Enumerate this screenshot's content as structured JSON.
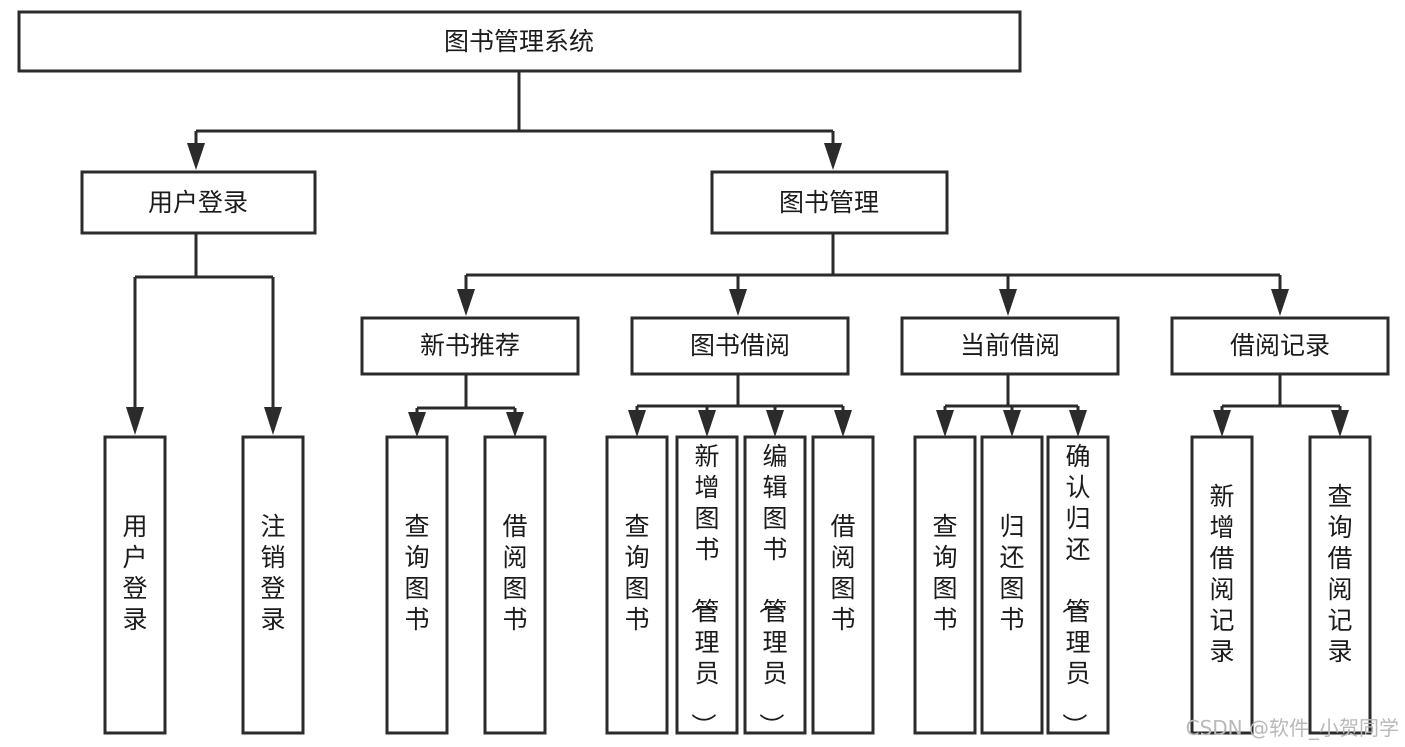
{
  "diagram": {
    "title": "图书管理系统",
    "type": "tree-hierarchy",
    "orientation": "top-down",
    "colors": {
      "box_fill": "#ffffff",
      "box_stroke": "#2b2b2b",
      "connector": "#2b2b2b",
      "text": "#1b1b1b",
      "background": "#ffffff",
      "watermark": "#b9b9b9"
    },
    "root": {
      "label": "图书管理系统"
    },
    "level2": [
      {
        "label": "用户登录"
      },
      {
        "label": "图书管理"
      }
    ],
    "level3": [
      {
        "label": "新书推荐"
      },
      {
        "label": "图书借阅"
      },
      {
        "label": "当前借阅"
      },
      {
        "label": "借阅记录"
      }
    ],
    "leaves": {
      "user_login": [
        {
          "label": "用户登录"
        },
        {
          "label": "注销登录"
        }
      ],
      "new_book_recommend": [
        {
          "label": "查询图书"
        },
        {
          "label": "借阅图书"
        }
      ],
      "book_borrow": [
        {
          "label": "查询图书"
        },
        {
          "label": "新增图书（管理员）"
        },
        {
          "label": "编辑图书（管理员）"
        },
        {
          "label": "借阅图书"
        }
      ],
      "current_borrow": [
        {
          "label": "查询图书"
        },
        {
          "label": "归还图书"
        },
        {
          "label": "确认归还（管理员）"
        }
      ],
      "borrow_record": [
        {
          "label": "新增借阅记录"
        },
        {
          "label": "查询借阅记录"
        }
      ]
    }
  },
  "watermark": {
    "text": "CSDN @软件_小贺同学"
  }
}
